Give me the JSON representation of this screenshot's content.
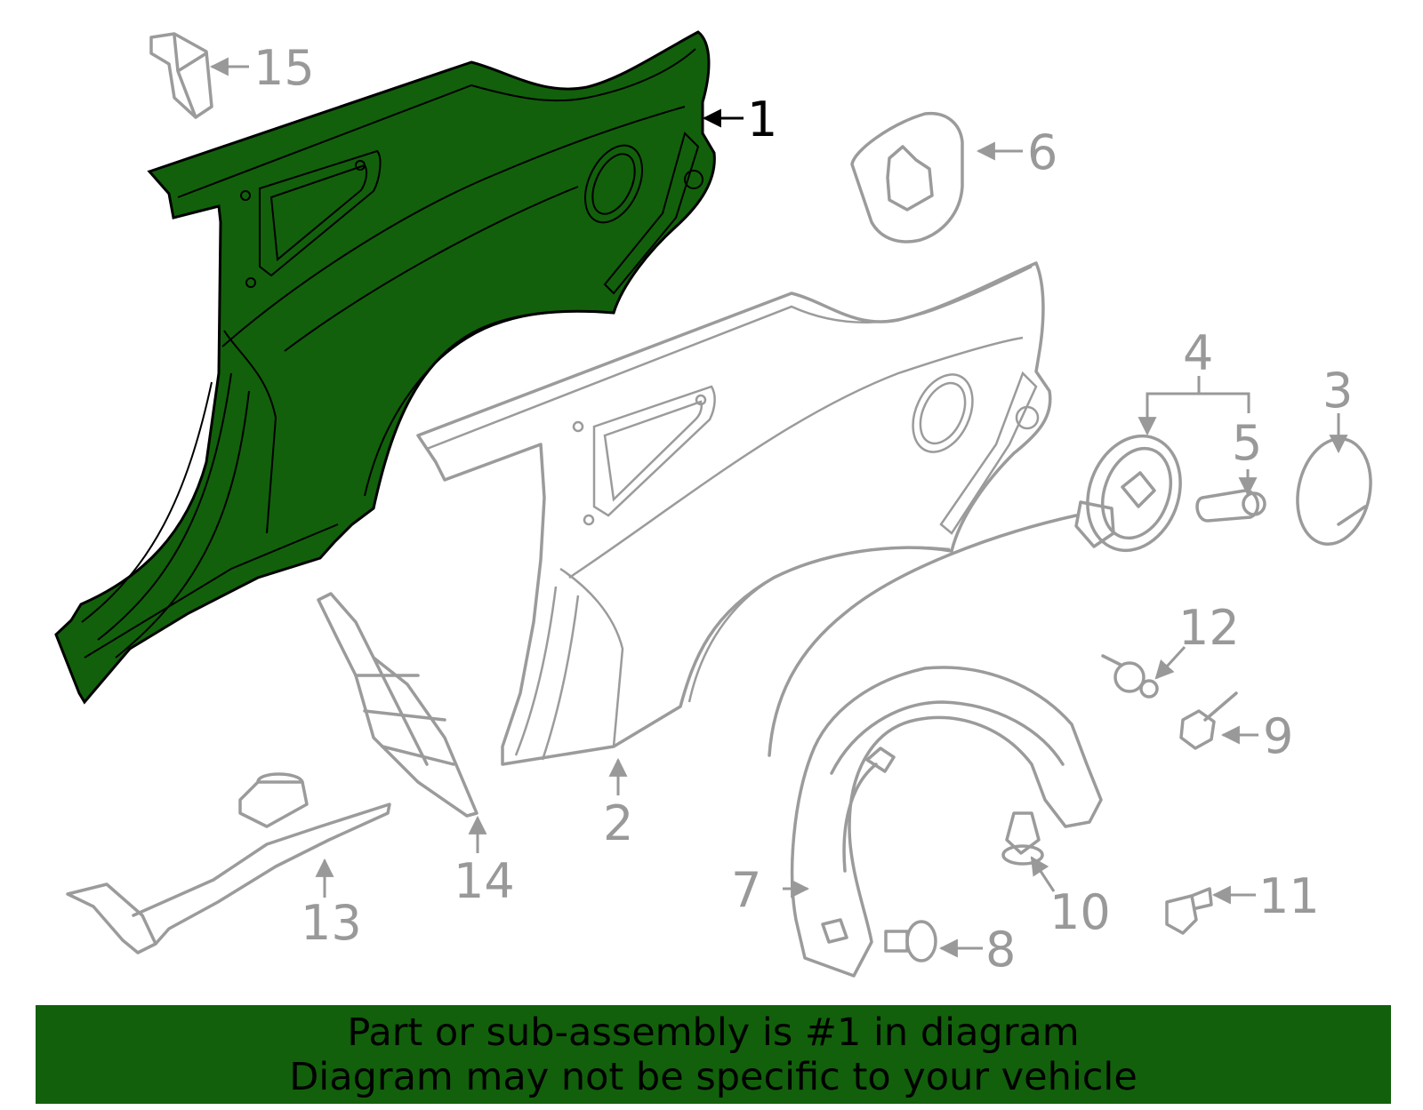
{
  "colors": {
    "highlight_fill": "#12600b",
    "highlight_stroke": "#000000",
    "part_stroke": "#9b9b9b",
    "label_gray": "#999999",
    "banner_bg": "#12600b",
    "banner_text": "#000000"
  },
  "callouts": {
    "c1": "1",
    "c2": "2",
    "c3": "3",
    "c4": "4",
    "c5": "5",
    "c6": "6",
    "c7": "7",
    "c8": "8",
    "c9": "9",
    "c10": "10",
    "c11": "11",
    "c12": "12",
    "c13": "13",
    "c14": "14",
    "c15": "15"
  },
  "banner": {
    "line1": "Part or sub-assembly is #1 in diagram",
    "line2": "Diagram may not be specific to your vehicle"
  }
}
